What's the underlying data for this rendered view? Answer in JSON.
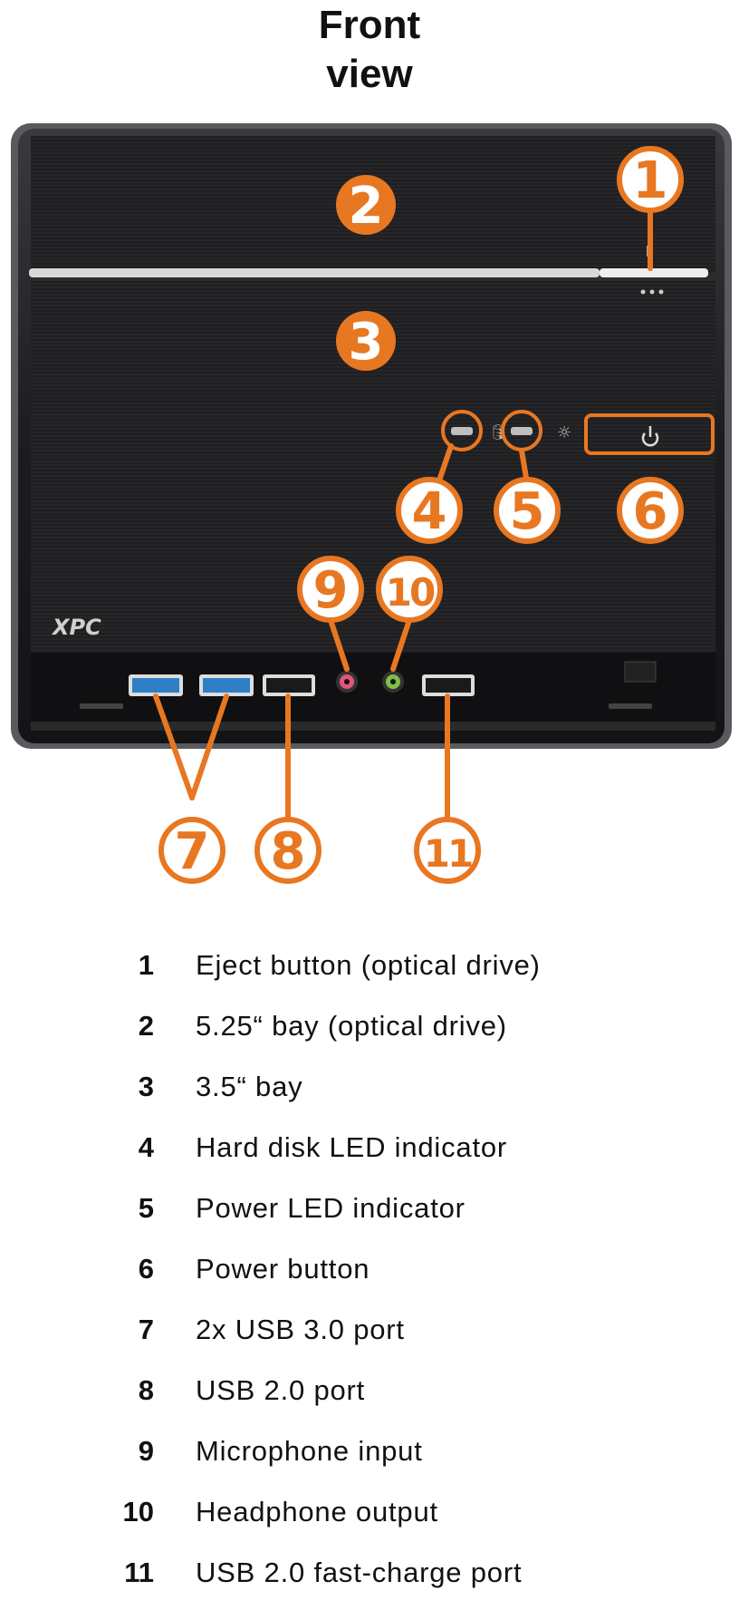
{
  "title": {
    "line1": "Front",
    "line2": "view"
  },
  "device": {
    "brand_logo": "XPC"
  },
  "callouts": [
    "1",
    "2",
    "3",
    "4",
    "5",
    "6",
    "7",
    "8",
    "9",
    "10",
    "11"
  ],
  "legend": [
    {
      "num": "1",
      "label": "Eject button (optical drive)"
    },
    {
      "num": "2",
      "label": "5.25“ bay (optical drive)"
    },
    {
      "num": "3",
      "label": "3.5“ bay"
    },
    {
      "num": "4",
      "label": "Hard disk LED indicator"
    },
    {
      "num": "5",
      "label": "Power LED indicator"
    },
    {
      "num": "6",
      "label": "Power button"
    },
    {
      "num": "7",
      "label": "2x USB 3.0 port"
    },
    {
      "num": "8",
      "label": "USB 2.0 port"
    },
    {
      "num": "9",
      "label": "Microphone input"
    },
    {
      "num": "10",
      "label": "Headphone output"
    },
    {
      "num": "11",
      "label": "USB 2.0 fast-charge port"
    }
  ],
  "colors": {
    "accent": "#e87722",
    "case": "#1b1b1d",
    "usb3": "#2f7fc6",
    "mic": "#e0567a",
    "headphone": "#7cc04a"
  }
}
